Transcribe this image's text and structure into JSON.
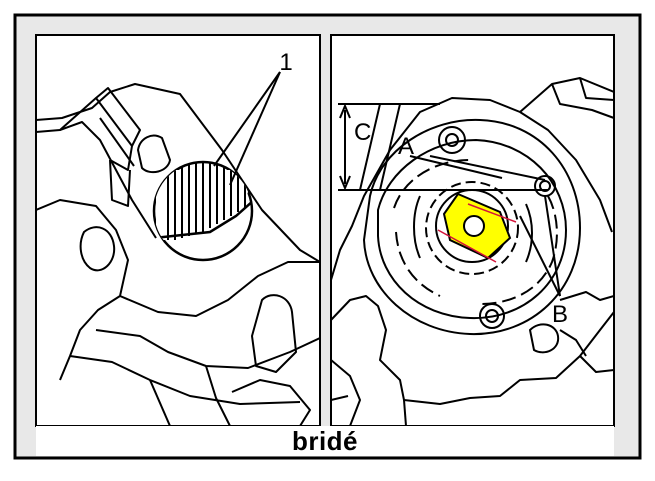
{
  "caption": "bridé",
  "left_panel": {
    "callout_label": "1"
  },
  "right_panel": {
    "label_a": "A",
    "label_b": "B",
    "label_c": "C",
    "highlight_color": "#FFFF00",
    "marker_color": "#D4143A"
  },
  "colors": {
    "ink": "#000000",
    "paper": "#FFFFFF",
    "frame_fill": "#E8E8E8"
  }
}
